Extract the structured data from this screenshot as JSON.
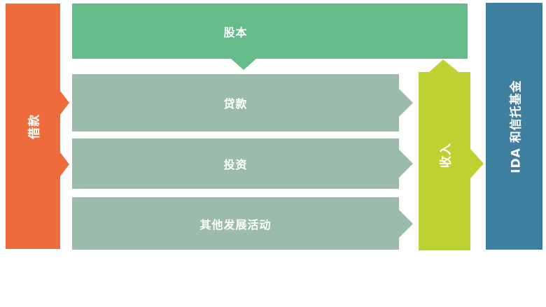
{
  "diagram": {
    "title": "funding-flow-diagram",
    "text_color": "#FFFFFF",
    "background": "#FFFFFF",
    "nodes": {
      "borrowings": {
        "label": "借款",
        "color": "#EE6C3B"
      },
      "equity": {
        "label": "股本",
        "color": "#66BB8A"
      },
      "loans": {
        "label": "贷款",
        "color": "#9BBCAB"
      },
      "investments": {
        "label": "投资",
        "color": "#9BBCAB"
      },
      "other_development_activities": {
        "label": "其他发展活动",
        "color": "#9BBCAB"
      },
      "income": {
        "label": "收入",
        "color": "#BDD231"
      },
      "ida_trust_funds": {
        "label": "IDA 和信托基金",
        "color": "#3E7FA0"
      }
    },
    "flows": [
      {
        "from": "borrowings",
        "to": "loans"
      },
      {
        "from": "borrowings",
        "to": "investments"
      },
      {
        "from": "equity",
        "to": "loans"
      },
      {
        "from": "loans",
        "to": "income"
      },
      {
        "from": "investments",
        "to": "income"
      },
      {
        "from": "other_development_activities",
        "to": "income"
      },
      {
        "from": "income",
        "to": "equity"
      },
      {
        "from": "income",
        "to": "ida_trust_funds"
      }
    ]
  }
}
